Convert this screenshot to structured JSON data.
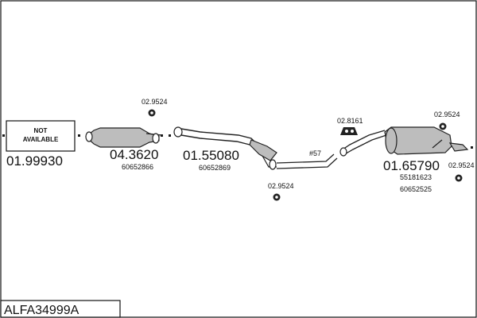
{
  "diagram": {
    "reference": "ALFA34999A",
    "parts": [
      {
        "id": "front",
        "number": "01.99930",
        "status": "NOT\nAVAILABLE",
        "status_line1": "NOT",
        "status_line2": "AVAILABLE"
      },
      {
        "id": "cat",
        "number": "04.3620",
        "oem": [
          "60652866"
        ]
      },
      {
        "id": "middle",
        "number": "01.55080",
        "oem": [
          "60652869"
        ]
      },
      {
        "id": "rear",
        "number": "01.65790",
        "oem": [
          "55181623",
          "60652525"
        ]
      }
    ],
    "fittings": {
      "clamp_a": "02.9524",
      "clamp_b": "02.9524",
      "clamp_c": "02.9524",
      "clamp_d": "02.9524",
      "mount": "02.8161",
      "pipe_mark": "#57"
    }
  }
}
